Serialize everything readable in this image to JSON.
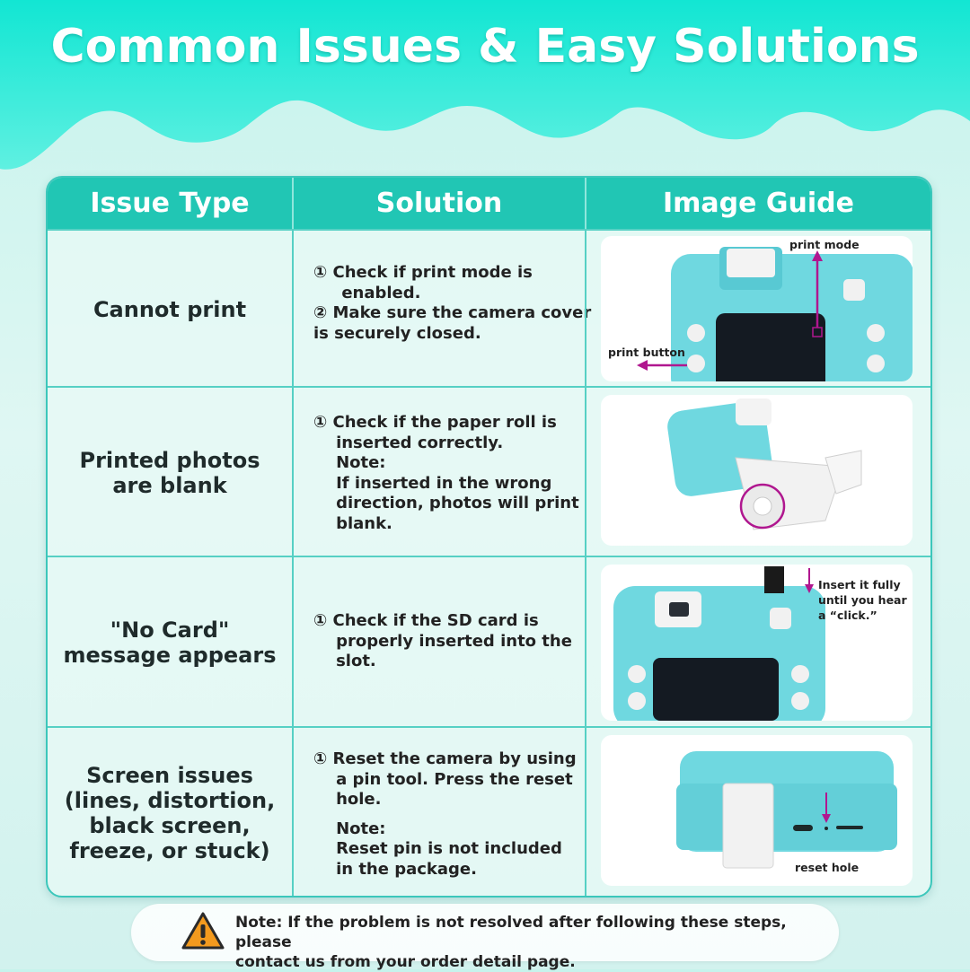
{
  "title": "Common Issues & Easy Solutions",
  "table": {
    "headers": [
      "Issue Type",
      "Solution",
      "Image Guide"
    ],
    "rows": [
      {
        "issue": [
          "Cannot print"
        ],
        "solution": [
          "① Check if print mode is",
          "     enabled.",
          "② Make sure the camera cover",
          "is securely closed."
        ],
        "guide_labels": {
          "top": "print mode",
          "left": "print button"
        }
      },
      {
        "issue": [
          "Printed photos",
          "are blank"
        ],
        "solution": [
          "① Check if the paper roll is",
          "    inserted correctly.",
          "    Note:",
          "    If inserted in the wrong",
          "    direction, photos will print",
          "    blank."
        ],
        "guide_labels": {}
      },
      {
        "issue": [
          "\"No Card\"",
          "message appears"
        ],
        "solution": [
          "① Check if the SD card is",
          "    properly inserted into the",
          "    slot."
        ],
        "guide_labels": {
          "right": [
            "Insert it fully",
            "until you hear",
            "a “click.”"
          ]
        }
      },
      {
        "issue": [
          "Screen issues",
          "(lines, distortion,",
          "black screen,",
          "freeze, or stuck)"
        ],
        "solution": [
          "① Reset the camera by using",
          "    a pin tool. Press the reset",
          "    hole.",
          "",
          "    Note:",
          "    Reset pin is not included",
          "    in the package."
        ],
        "guide_labels": {
          "bottom": "reset hole"
        }
      }
    ]
  },
  "footer_note": [
    "Note: If the problem is not resolved after following these steps, please",
    "contact us from your order detail page."
  ],
  "icons": {
    "warning": "warning-triangle-icon"
  },
  "colors": {
    "header_teal": "#21c6b4",
    "title_band": "#16e6d2",
    "camera_body": "#6fd8e0",
    "arrow_purple": "#b0178f"
  }
}
